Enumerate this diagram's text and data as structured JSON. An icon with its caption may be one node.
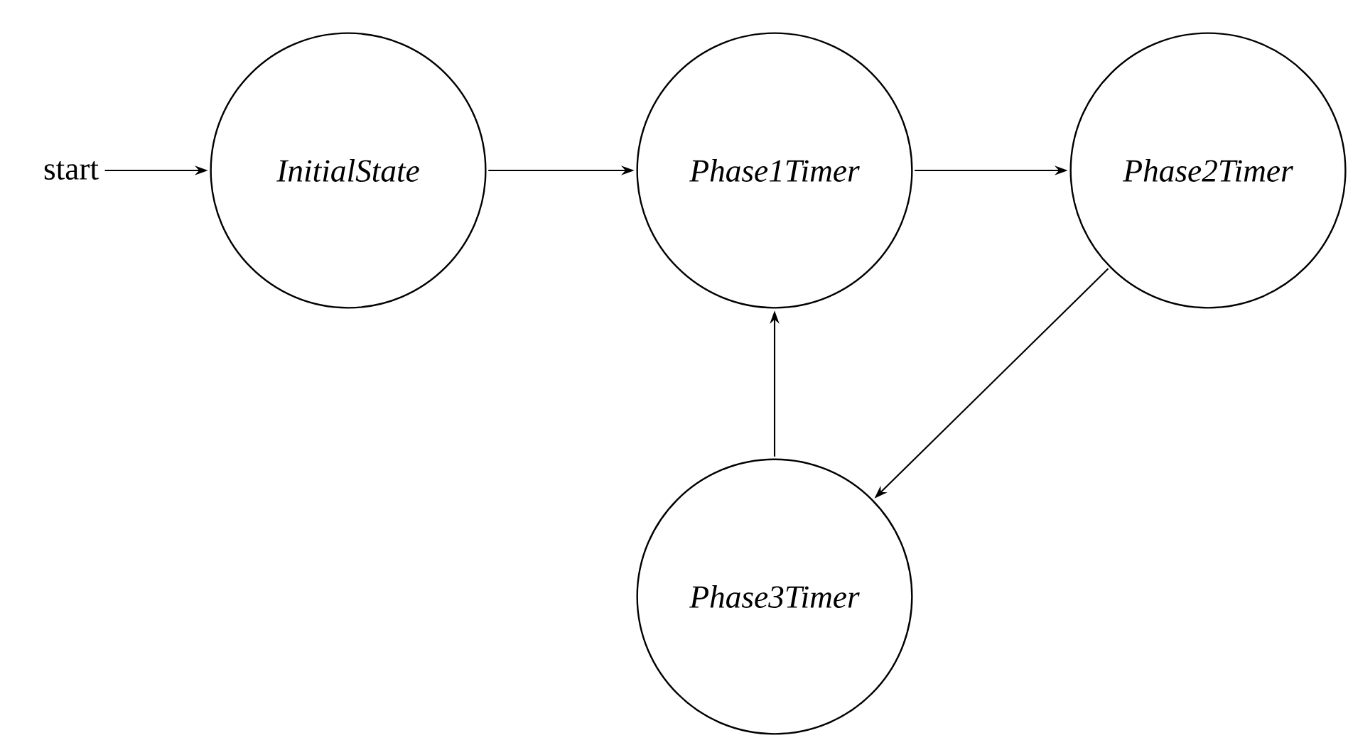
{
  "diagram": {
    "nodes": [
      {
        "text": [
          "start"
        ]
      },
      {
        "text": [
          "InitialState"
        ]
      },
      {
        "text": [
          "Phase1Timer"
        ]
      },
      {
        "text": [
          "Phase2Timer"
        ]
      },
      {
        "text": [
          "Phase3Timer"
        ]
      }
    ],
    "edges": [
      {
        "from": 0,
        "to": 1,
        "arrow": "to"
      },
      {
        "from": 1,
        "to": 2,
        "arrow": "to"
      },
      {
        "from": 2,
        "to": 3,
        "arrow": "to"
      },
      {
        "from": 3,
        "to": 4,
        "arrow": "to"
      },
      {
        "from": 4,
        "to": 2,
        "arrow": "to"
      }
    ]
  }
}
